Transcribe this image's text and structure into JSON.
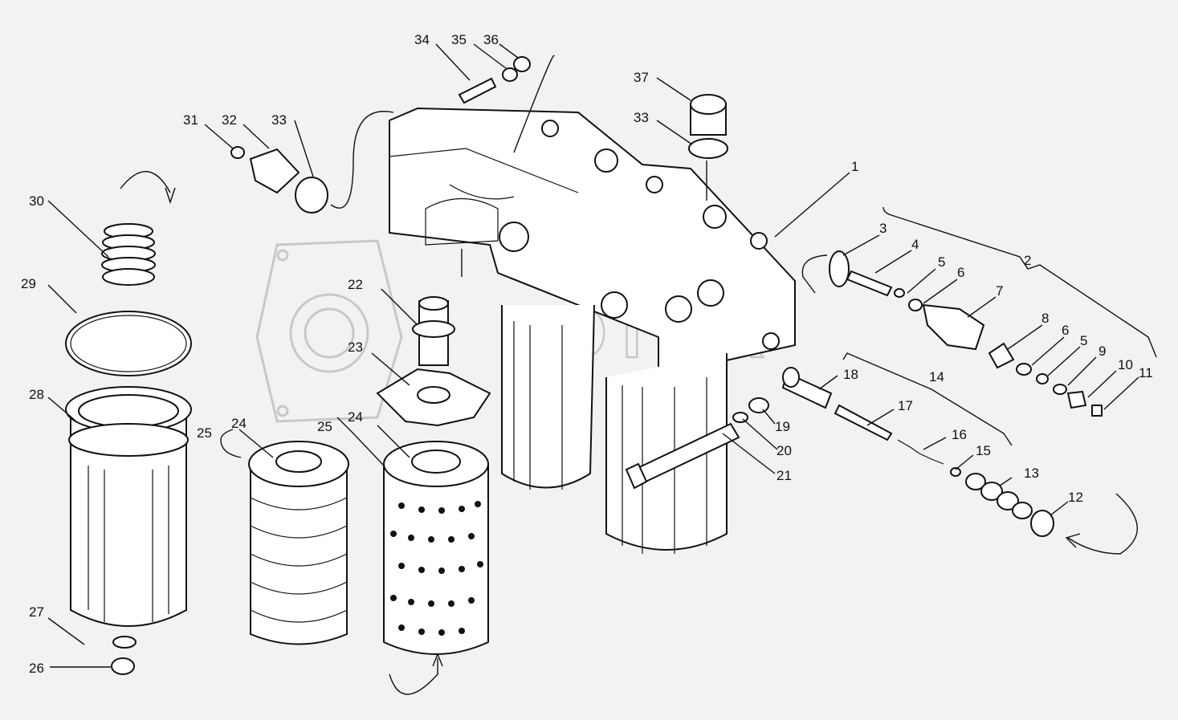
{
  "watermark_text": "ROTOR",
  "callouts": [
    "1",
    "2",
    "3",
    "4",
    "5",
    "6",
    "7",
    "8",
    "6",
    "5",
    "9",
    "10",
    "11",
    "12",
    "13",
    "14",
    "15",
    "16",
    "17",
    "18",
    "19",
    "20",
    "21",
    "22",
    "23",
    "24",
    "25",
    "24",
    "25",
    "26",
    "27",
    "28",
    "29",
    "30",
    "31",
    "32",
    "33",
    "33",
    "34",
    "35",
    "36",
    "37"
  ]
}
